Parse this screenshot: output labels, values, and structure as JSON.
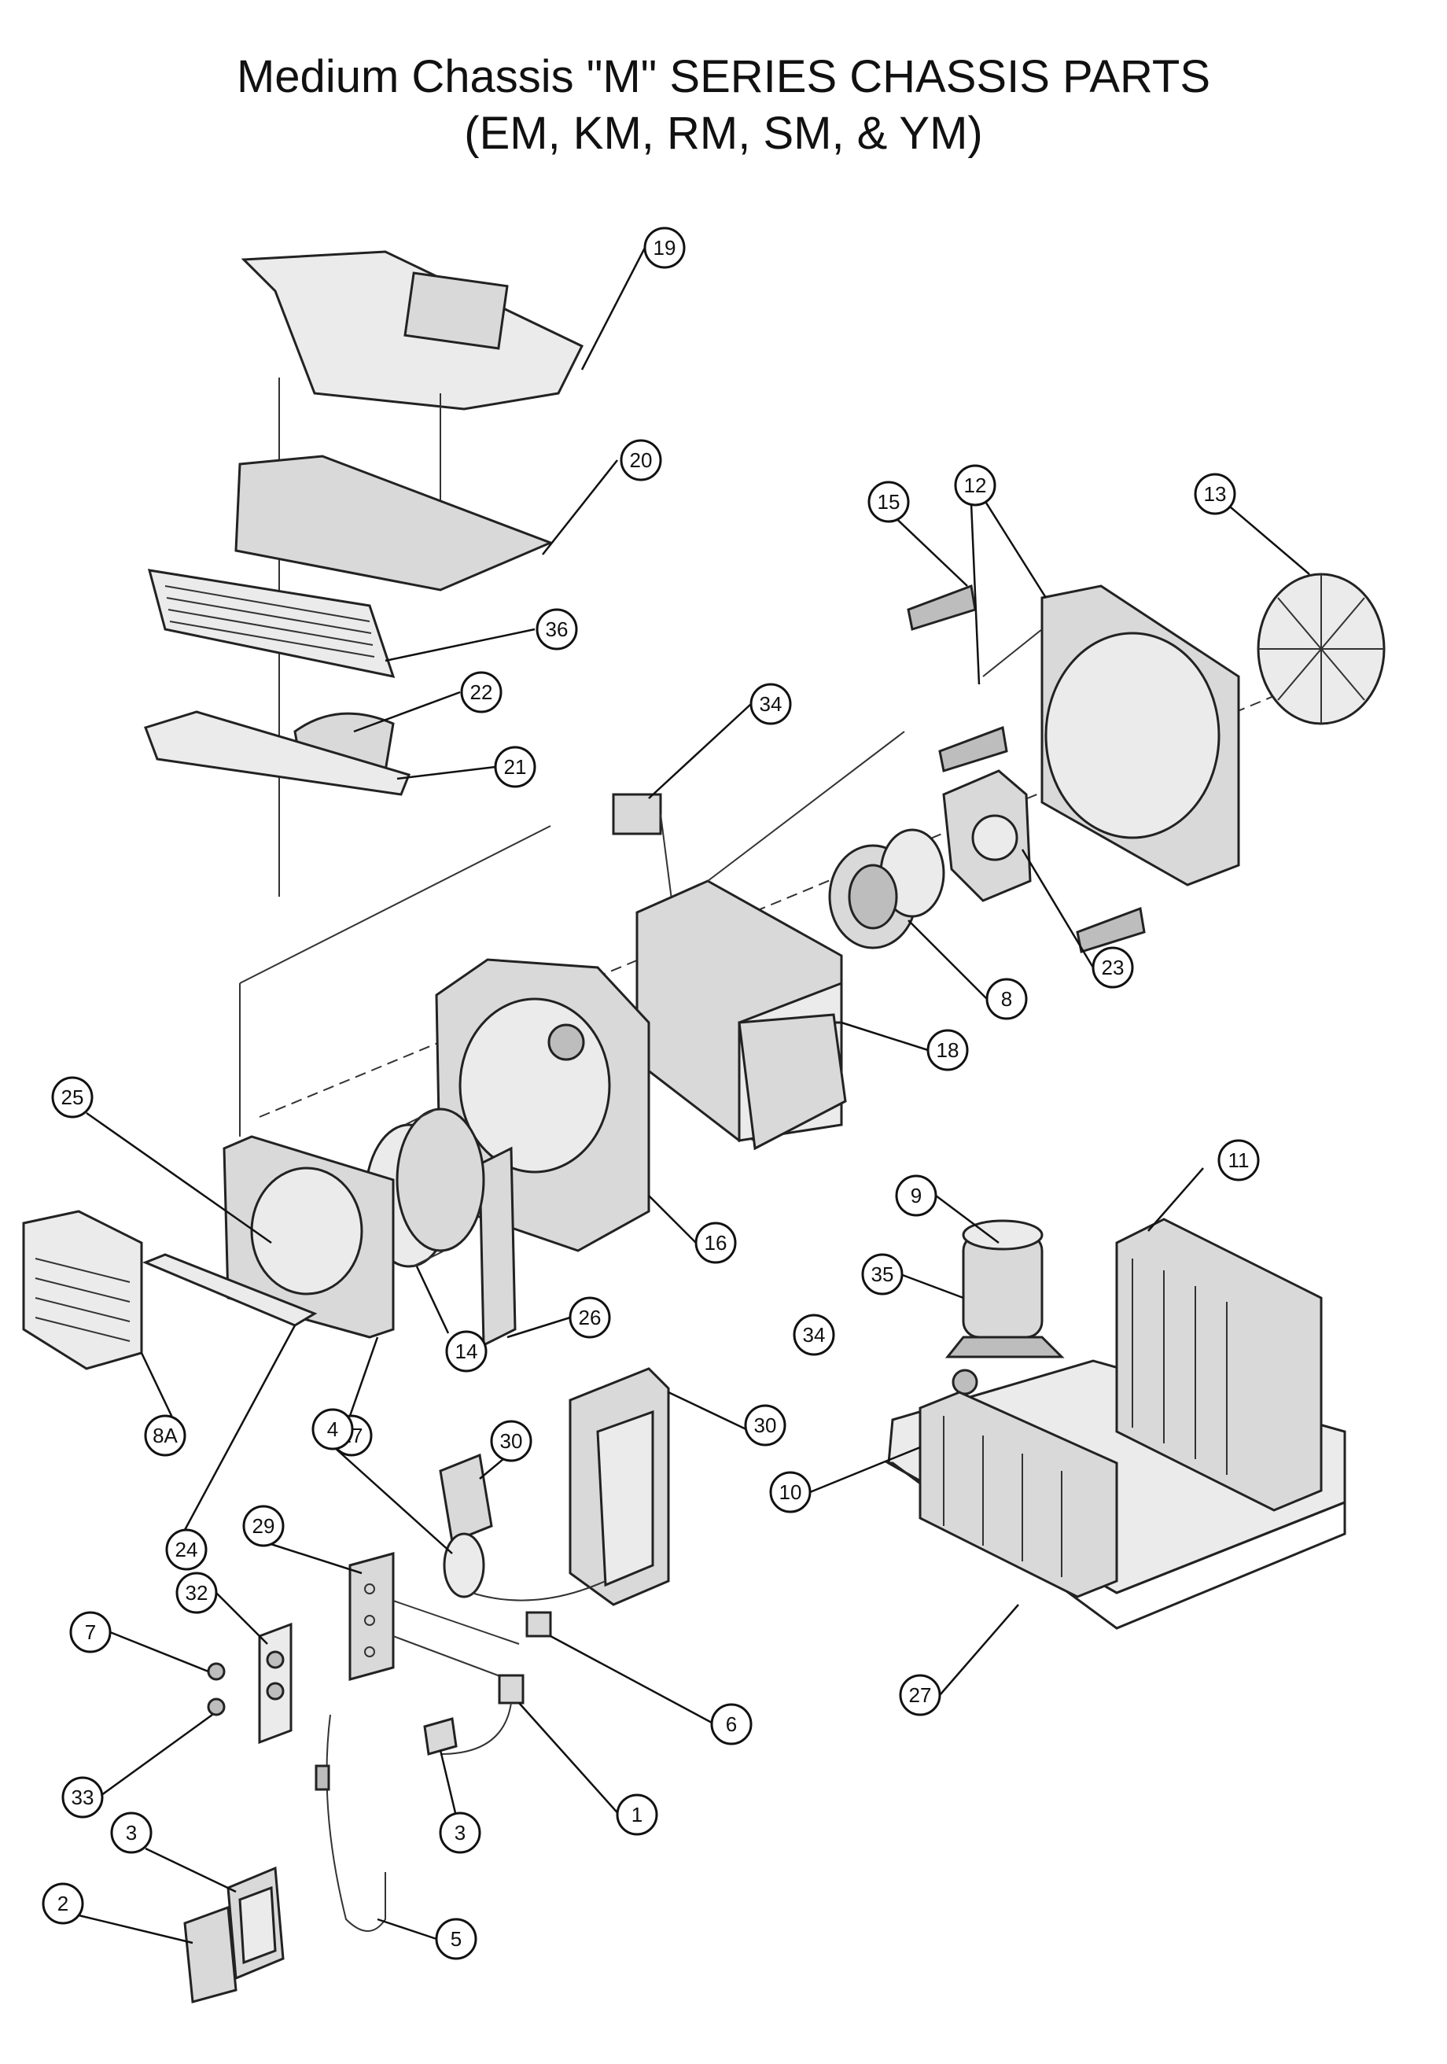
{
  "title": {
    "line1": "Medium Chassis \"M\" SERIES CHASSIS PARTS",
    "line2": "(EM, KM, RM, SM, & YM)"
  },
  "callouts": [
    {
      "label": "19"
    },
    {
      "label": "20"
    },
    {
      "label": "36"
    },
    {
      "label": "22"
    },
    {
      "label": "21"
    },
    {
      "label": "15"
    },
    {
      "label": "12"
    },
    {
      "label": "13"
    },
    {
      "label": "34"
    },
    {
      "label": "8"
    },
    {
      "label": "23"
    },
    {
      "label": "18"
    },
    {
      "label": "16"
    },
    {
      "label": "25"
    },
    {
      "label": "14"
    },
    {
      "label": "26"
    },
    {
      "label": "17"
    },
    {
      "label": "8A"
    },
    {
      "label": "24"
    },
    {
      "label": "9"
    },
    {
      "label": "11"
    },
    {
      "label": "35"
    },
    {
      "label": "34"
    },
    {
      "label": "10"
    },
    {
      "label": "30"
    },
    {
      "label": "30"
    },
    {
      "label": "4"
    },
    {
      "label": "29"
    },
    {
      "label": "32"
    },
    {
      "label": "7"
    },
    {
      "label": "6"
    },
    {
      "label": "1"
    },
    {
      "label": "33"
    },
    {
      "label": "3"
    },
    {
      "label": "3"
    },
    {
      "label": "2"
    },
    {
      "label": "5"
    },
    {
      "label": "27"
    }
  ]
}
